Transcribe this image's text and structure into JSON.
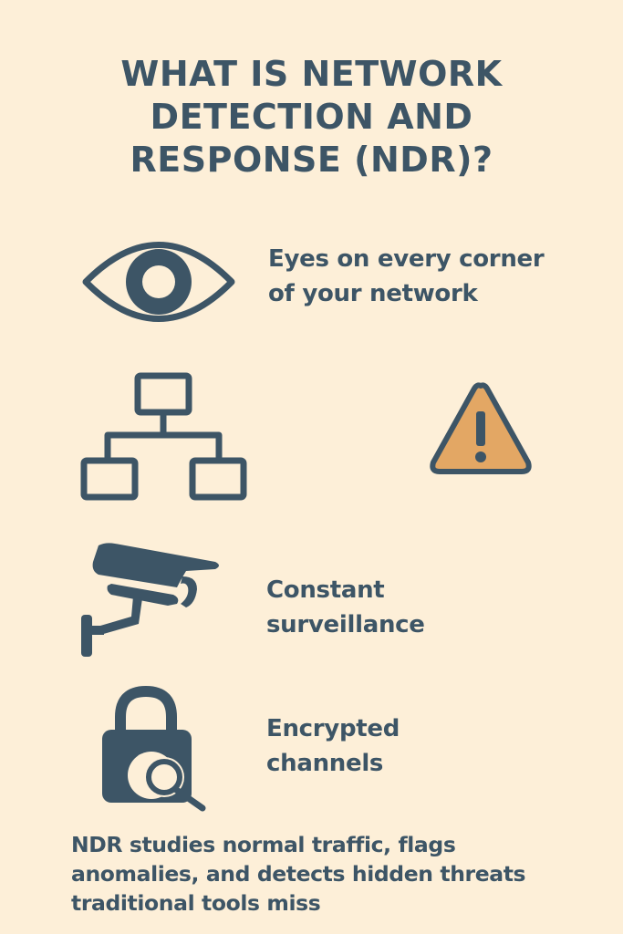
{
  "colors": {
    "background": "#fdefd8",
    "primary": "#3d5566",
    "warning_fill": "#e3a764"
  },
  "header": {
    "title_lines": [
      "WHAT IS NETWORK",
      "DETECTION AND",
      "RESPONSE (NDR)?"
    ]
  },
  "features": [
    {
      "icon": "eye-icon",
      "caption_lines": [
        "Eyes on every corner",
        "of your network"
      ]
    },
    {
      "icon": "network-hierarchy-icon",
      "caption_lines": []
    },
    {
      "icon": "warning-triangle-icon",
      "caption_lines": []
    },
    {
      "icon": "security-camera-icon",
      "caption_lines": [
        "Constant",
        "surveillance"
      ]
    },
    {
      "icon": "lock-magnifier-icon",
      "caption_lines": [
        "Encrypted",
        "channels"
      ]
    }
  ],
  "footer": {
    "lines": [
      "NDR studies normal traffic, flags",
      "anomalies, and detects hidden threats",
      "traditional tools miss"
    ]
  }
}
